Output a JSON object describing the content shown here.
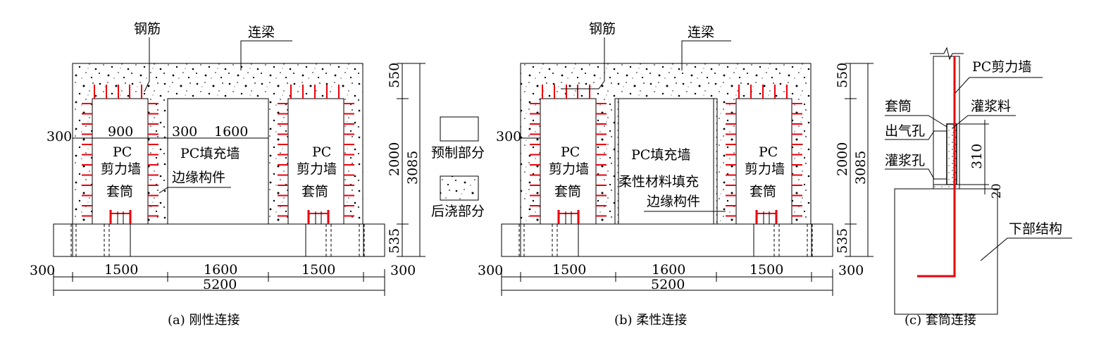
{
  "colors": {
    "rebar": "#e8000d",
    "line": "#000000",
    "concrete_dot": "#000000"
  },
  "panel_a": {
    "caption": "(a) 刚性连接",
    "label_rebar": "钢筋",
    "label_beam": "连梁",
    "pc_text": "PC",
    "pc_wall_left": "剪力墙",
    "pc_wall_right": "剪力墙",
    "sleeve_left": "套筒",
    "sleeve_right": "套筒",
    "infill_title": "PC填充墙",
    "edge_member": "边缘构件",
    "dim_300_top": "300",
    "dim_900": "900",
    "dim_300_mid": "300",
    "dim_1600_top": "1600",
    "dim_550": "550",
    "dim_2000": "2000",
    "dim_535": "535",
    "dim_3085": "3085",
    "dim_bottom": [
      "300",
      "1500",
      "1600",
      "1500",
      "300"
    ],
    "dim_total": "5200"
  },
  "legend": {
    "precast": "预制部分",
    "cast_in_place": "后浇部分"
  },
  "panel_b": {
    "caption": "(b) 柔性连接",
    "label_rebar": "钢筋",
    "label_beam": "连梁",
    "pc_text": "PC",
    "pc_wall_left": "剪力墙",
    "pc_wall_right": "剪力墙",
    "sleeve_left": "套筒",
    "sleeve_right": "套筒",
    "infill_title": "PC填充墙",
    "flexible_fill": "柔性材料填充",
    "edge_member": "边缘构件",
    "dim_300_top": "300",
    "dim_550": "550",
    "dim_2000": "2000",
    "dim_535": "535",
    "dim_3085": "3085",
    "dim_bottom": [
      "300",
      "1500",
      "1600",
      "1500",
      "300"
    ],
    "dim_total": "5200"
  },
  "panel_c": {
    "caption": "(c) 套筒连接",
    "pc_wall": "PC剪力墙",
    "sleeve": "套筒",
    "grout": "灌浆料",
    "vent": "出气孔",
    "grout_hole": "灌浆孔",
    "dim_310": "310",
    "dim_20": "20",
    "lower_structure": "下部结构"
  }
}
